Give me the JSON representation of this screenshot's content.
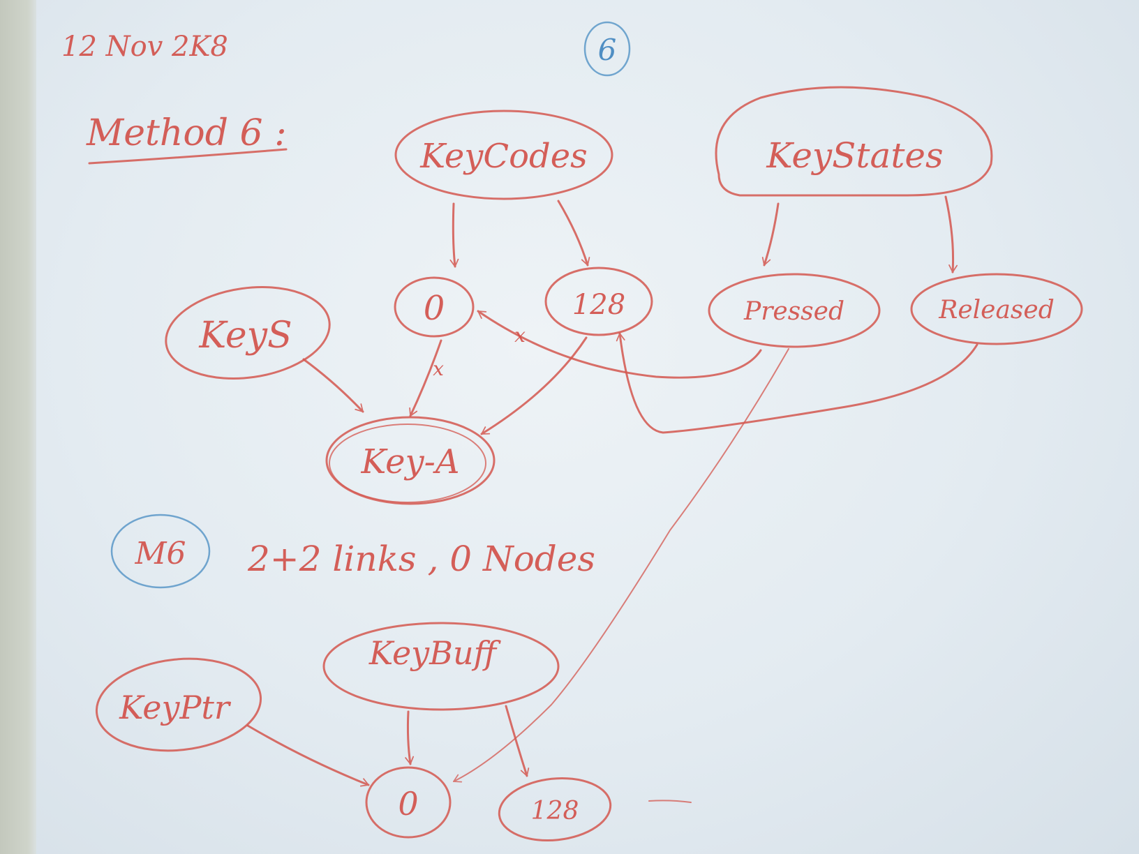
{
  "header": {
    "date": "12 Nov 2K8",
    "page_number": "6",
    "title": "Method 6 :"
  },
  "nodes": {
    "key_codes": "KeyCodes",
    "key_states": "KeyStates",
    "zero": "0",
    "one28": "128",
    "pressed": "Pressed",
    "released": "Released",
    "keys": "KeyS",
    "key_a": "Key-A",
    "key_buff": "KeyBuff",
    "key_ptr": "KeyPtr",
    "buff_zero": "0",
    "buff_128": "128"
  },
  "marks": {
    "cross_1": "x",
    "cross_2": "x"
  },
  "summary": {
    "label": "M6",
    "text": "2+2 links , 0 Nodes"
  },
  "colors": {
    "ink": "#d4574f",
    "blue_ink": "#5a98c8",
    "paper": "#e5ecf1"
  }
}
